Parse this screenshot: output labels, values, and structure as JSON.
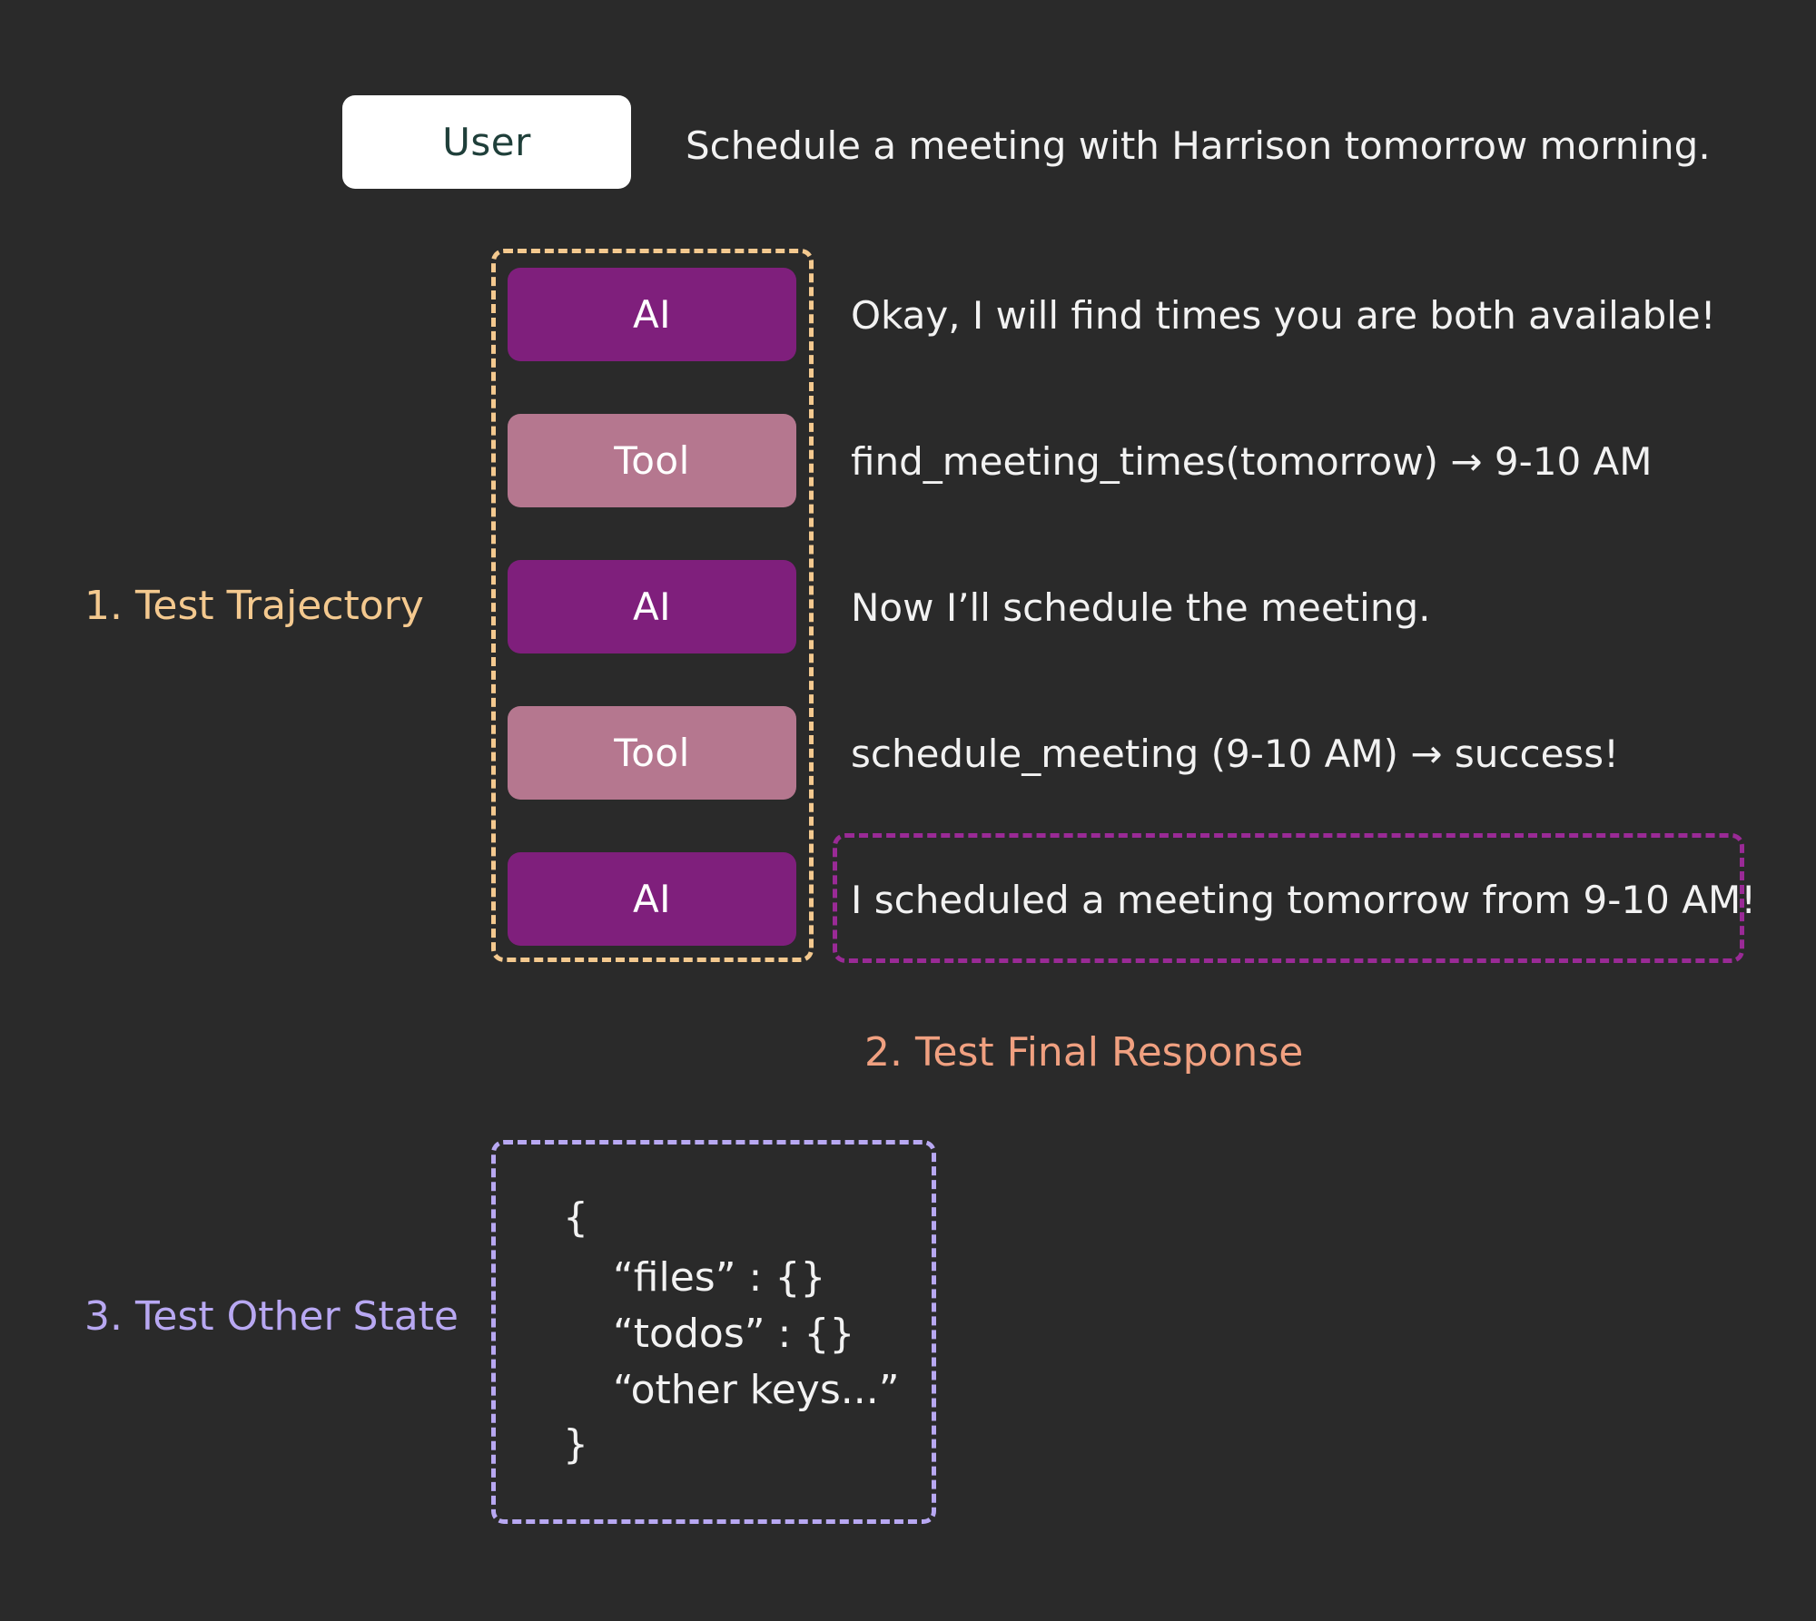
{
  "user": {
    "label": "User",
    "message": "Schedule a meeting with Harrison tomorrow morning."
  },
  "trajectory": [
    {
      "role": "AI",
      "text": "Okay, I will find times you are both available!"
    },
    {
      "role": "Tool",
      "text": "find_meeting_times(tomorrow) → 9-10 AM"
    },
    {
      "role": "AI",
      "text": "Now I’ll schedule the meeting."
    },
    {
      "role": "Tool",
      "text": "schedule_meeting (9-10 AM) → success!"
    },
    {
      "role": "AI",
      "text": "I scheduled a meeting tomorrow from 9-10 AM!"
    }
  ],
  "labels": {
    "trajectory": "1.  Test Trajectory",
    "final_response": "2.  Test Final Response",
    "other_state": "3.  Test Other State"
  },
  "state_json": {
    "open": "{",
    "files": "“files” : {}",
    "todos": "“todos” : {}",
    "other": "“other keys...”",
    "close": "}"
  },
  "colors": {
    "background": "#2a2a2a",
    "ai": "#7f1f7c",
    "tool": "#b5778f",
    "trajectory": "#f4c98f",
    "final_response": "#f0a080",
    "final_box": "#9a2a96",
    "other_state": "#b8a8f2"
  }
}
